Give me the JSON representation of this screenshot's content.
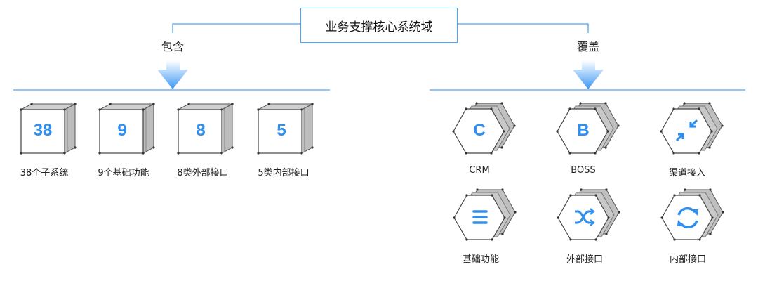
{
  "title": "业务支撑核心系统域",
  "left": {
    "relation": "包含",
    "items": [
      {
        "value": "38",
        "label": "38个子系统"
      },
      {
        "value": "9",
        "label": "9个基础功能"
      },
      {
        "value": "8",
        "label": "8类外部接口"
      },
      {
        "value": "5",
        "label": "5类内部接口"
      }
    ]
  },
  "right": {
    "relation": "覆盖",
    "items": [
      {
        "icon": "letter-c",
        "glyph": "C",
        "label": "CRM"
      },
      {
        "icon": "letter-b",
        "glyph": "B",
        "label": "BOSS"
      },
      {
        "icon": "compress-arrows",
        "label": "渠道接入"
      },
      {
        "icon": "list",
        "label": "基础功能"
      },
      {
        "icon": "shuffle",
        "label": "外部接口"
      },
      {
        "icon": "refresh",
        "label": "内部接口"
      }
    ]
  },
  "colors": {
    "accent": "#2f8ff0",
    "line": "#4da3f5",
    "cube_side": "#c0c0c0"
  }
}
